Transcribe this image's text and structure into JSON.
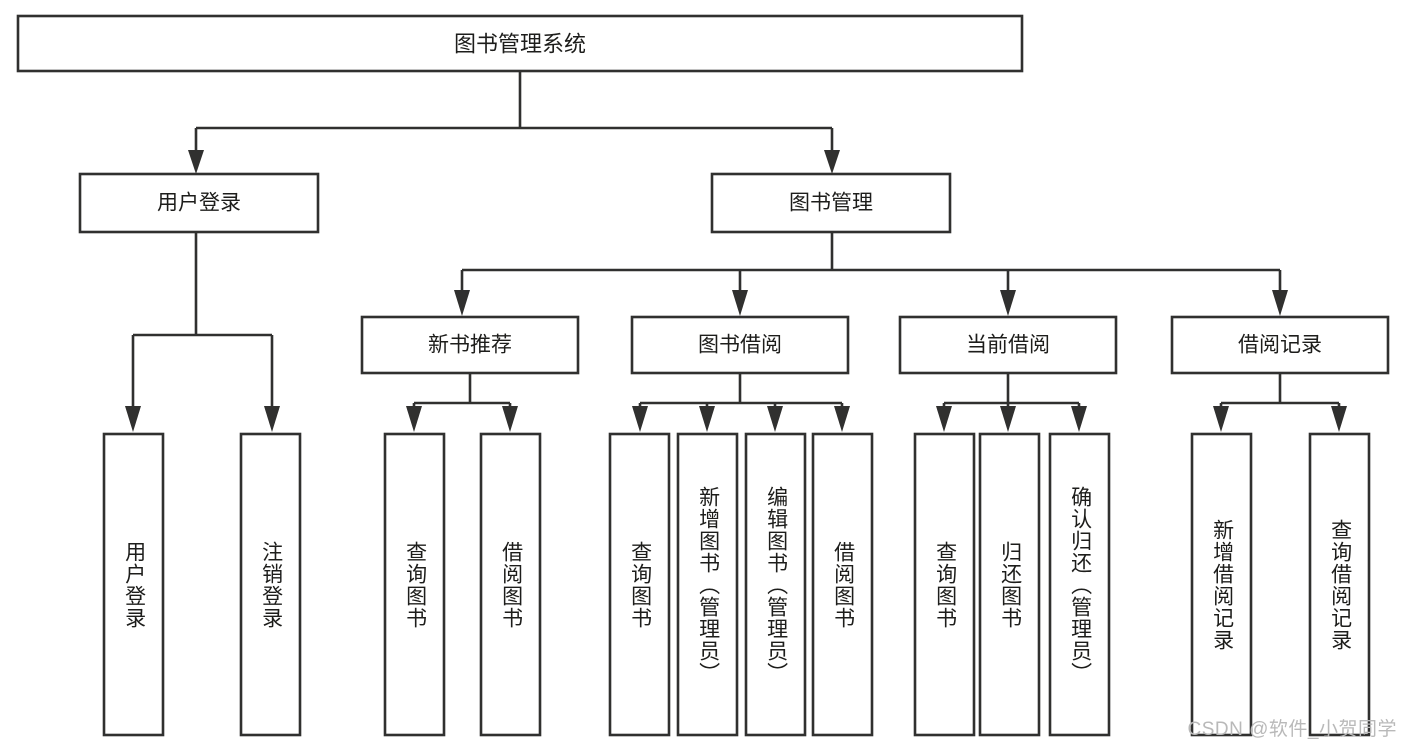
{
  "diagram": {
    "title": "图书管理系统",
    "type": "hierarchy-tree",
    "watermark": "CSDN @软件_小贺同学",
    "root": {
      "label": "图书管理系统"
    },
    "level2": [
      {
        "label": "用户登录"
      },
      {
        "label": "图书管理"
      }
    ],
    "level3": [
      {
        "label": "新书推荐"
      },
      {
        "label": "图书借阅"
      },
      {
        "label": "当前借阅"
      },
      {
        "label": "借阅记录"
      }
    ],
    "leaves": [
      {
        "label": "用户登录",
        "parent": "用户登录"
      },
      {
        "label": "注销登录",
        "parent": "用户登录"
      },
      {
        "label": "查询图书",
        "parent": "新书推荐"
      },
      {
        "label": "借阅图书",
        "parent": "新书推荐"
      },
      {
        "label": "查询图书",
        "parent": "图书借阅"
      },
      {
        "label": "新增图书（管理员）",
        "parent": "图书借阅"
      },
      {
        "label": "编辑图书（管理员）",
        "parent": "图书借阅"
      },
      {
        "label": "借阅图书",
        "parent": "图书借阅"
      },
      {
        "label": "查询图书",
        "parent": "当前借阅"
      },
      {
        "label": "归还图书",
        "parent": "当前借阅"
      },
      {
        "label": "确认归还（管理员）",
        "parent": "当前借阅"
      },
      {
        "label": "新增借阅记录",
        "parent": "借阅记录"
      },
      {
        "label": "查询借阅记录",
        "parent": "借阅记录"
      }
    ],
    "colors": {
      "stroke": "#30302f",
      "fill": "#ffffff",
      "text": "#1d1d1b",
      "watermark": "#b9b9b9"
    }
  }
}
